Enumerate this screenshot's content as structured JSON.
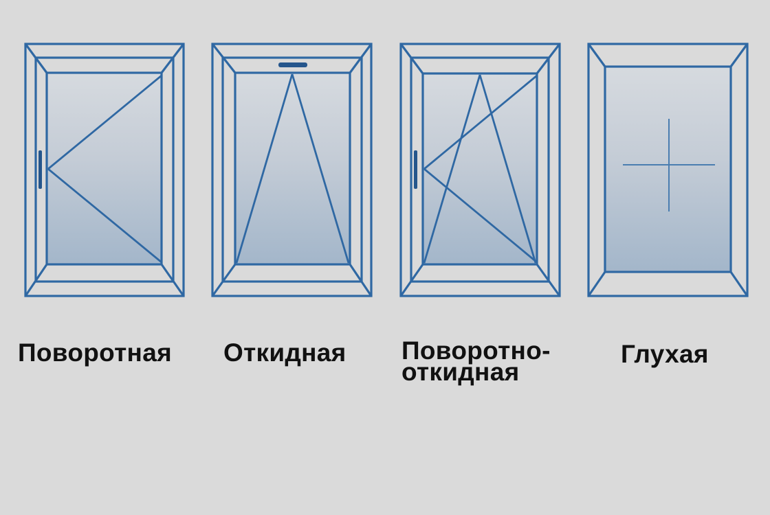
{
  "colors": {
    "background": "#dadada",
    "frame_line": "#2f68a3",
    "glass_top": "#d6dadf",
    "glass_bottom": "#a3b6ca",
    "label_text": "#111111"
  },
  "windows": [
    {
      "type": "turn",
      "label": "Поворотная",
      "opening_icon": "turn-sash-icon",
      "handle_position": "left"
    },
    {
      "type": "tilt",
      "label": "Откидная",
      "opening_icon": "tilt-sash-icon",
      "handle_position": "top"
    },
    {
      "type": "turn-tilt",
      "label_line1": "Поворотно-",
      "label_line2": "откидная",
      "opening_icon": "turn-tilt-sash-icon",
      "handle_position": "left"
    },
    {
      "type": "fixed",
      "label": "Глухая",
      "opening_icon": "fixed-cross-icon",
      "handle_position": "none"
    }
  ]
}
